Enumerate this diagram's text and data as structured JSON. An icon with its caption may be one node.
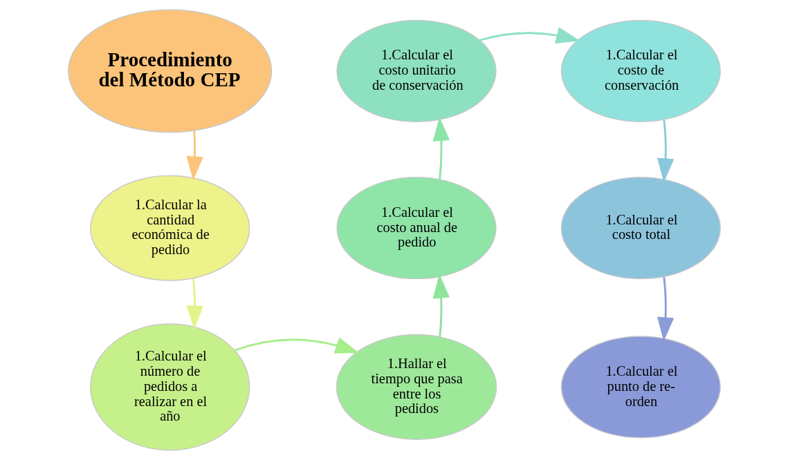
{
  "diagram": {
    "nodes": [
      {
        "text": [
          "Procedimiento del Método CEP"
        ]
      },
      {
        "text": [
          "1.Calcular la cantidad económica de pedido"
        ]
      },
      {
        "text": [
          "1.Calcular el número de pedidos a realizar en el año"
        ]
      },
      {
        "text": [
          "1.Hallar el tiempo que pasa entre los pedidos"
        ]
      },
      {
        "text": [
          "1.Calcular el costo anual de pedido"
        ]
      },
      {
        "text": [
          "1.Calcular el costo unitario de conservación"
        ]
      },
      {
        "text": [
          "1.Calcular el costo de conservación"
        ]
      },
      {
        "text": [
          "1.Calcular el costo total"
        ]
      },
      {
        "text": [
          "1.Calcular el punto de re-orden"
        ]
      }
    ],
    "edges": [
      {
        "from": 0,
        "to": 1,
        "arrow": "to",
        "color": "#fcc57c"
      },
      {
        "from": 1,
        "to": 2,
        "arrow": "to",
        "color": "#e2f58a"
      },
      {
        "from": 2,
        "to": 3,
        "arrow": "to",
        "color": "#a8ee8c"
      },
      {
        "from": 3,
        "to": 4,
        "arrow": "to",
        "color": "#8de49a"
      },
      {
        "from": 4,
        "to": 5,
        "arrow": "to",
        "color": "#8de4a8"
      },
      {
        "from": 5,
        "to": 6,
        "arrow": "to",
        "color": "#8de0c8"
      },
      {
        "from": 6,
        "to": 7,
        "arrow": "to",
        "color": "#8cc8dc"
      },
      {
        "from": 7,
        "to": 8,
        "arrow": "to",
        "color": "#8c9cd8"
      }
    ]
  }
}
